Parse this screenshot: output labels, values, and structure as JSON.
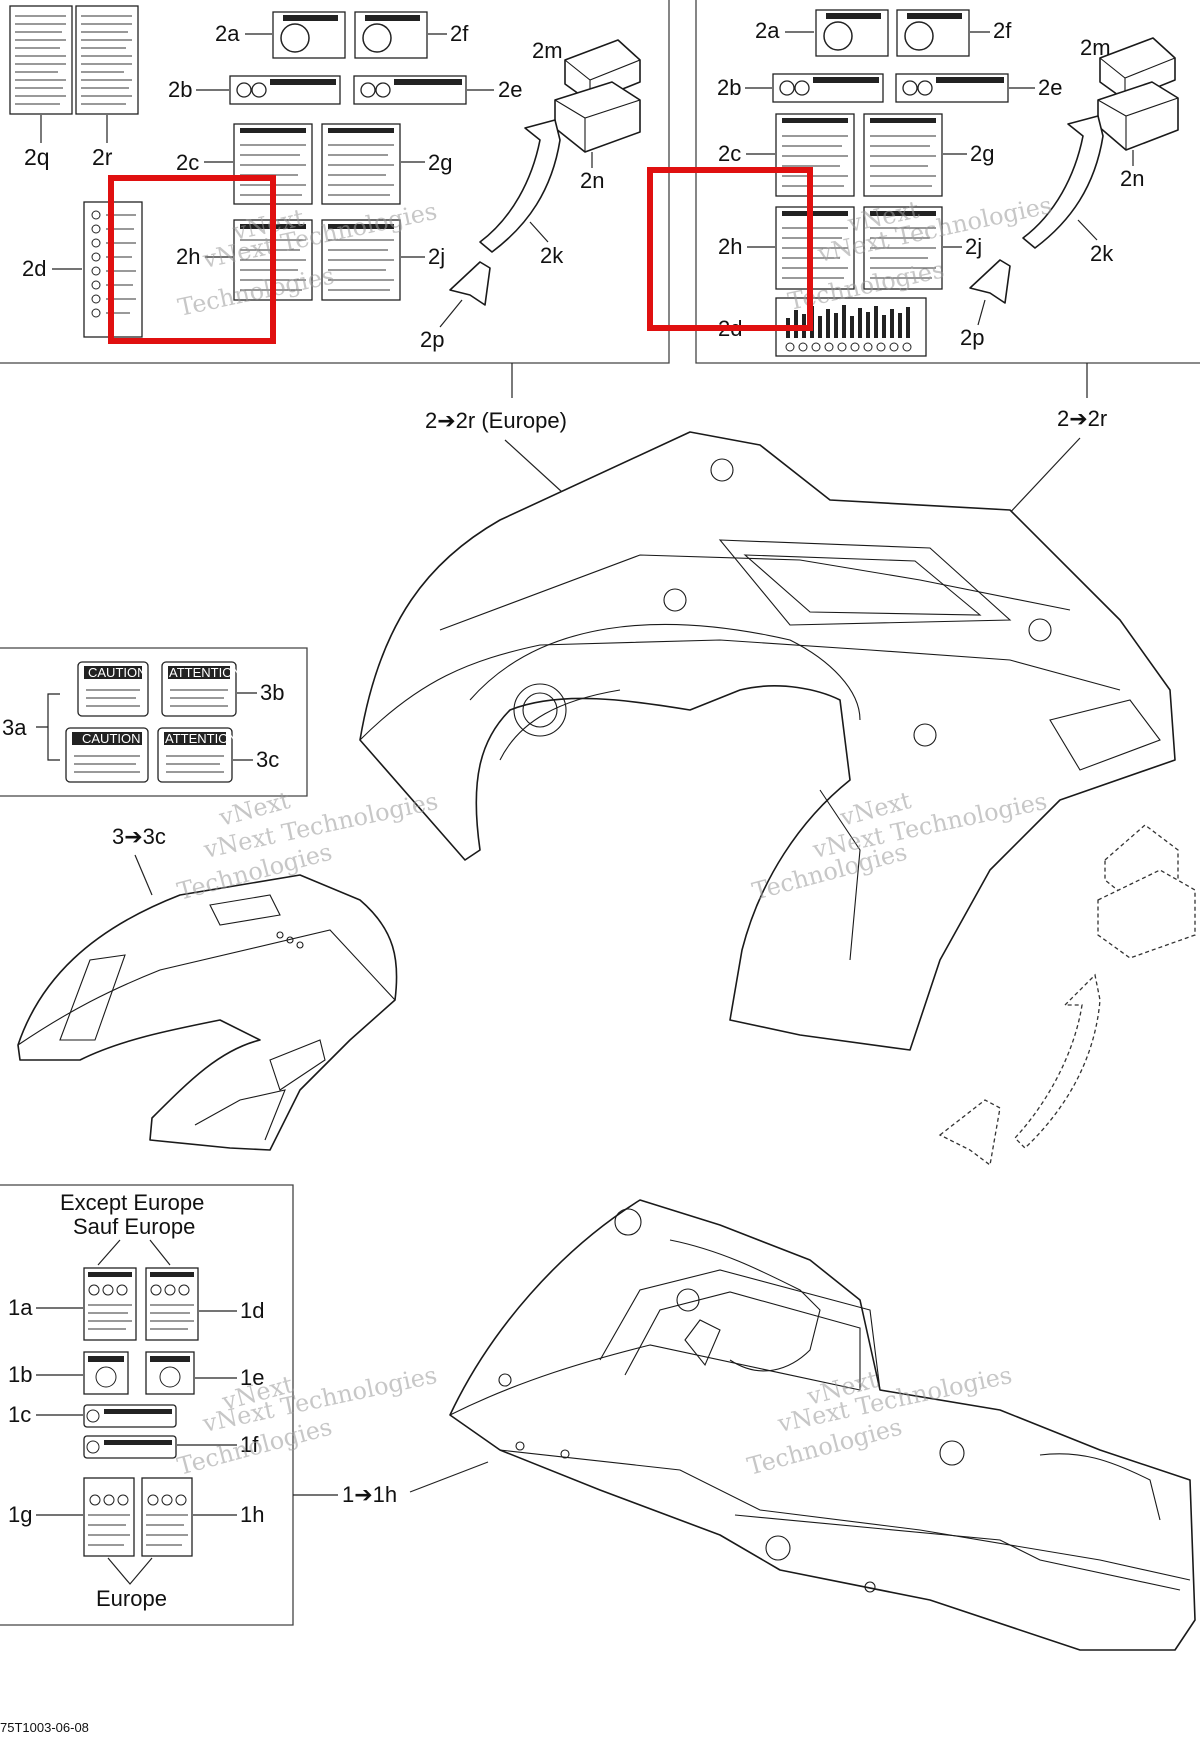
{
  "labels": {
    "tl_2a": "2a",
    "tl_2f": "2f",
    "tl_2b": "2b",
    "tl_2e": "2e",
    "tl_2m": "2m",
    "tl_2n": "2n",
    "tl_2q": "2q",
    "tl_2r": "2r",
    "tl_2c": "2c",
    "tl_2g": "2g",
    "tl_2d": "2d",
    "tl_2h": "2h",
    "tl_2j": "2j",
    "tl_2k": "2k",
    "tl_2p": "2p",
    "tr_2a": "2a",
    "tr_2f": "2f",
    "tr_2b": "2b",
    "tr_2e": "2e",
    "tr_2m": "2m",
    "tr_2n": "2n",
    "tr_2c": "2c",
    "tr_2g": "2g",
    "tr_2h": "2h",
    "tr_2j": "2j",
    "tr_2k": "2k",
    "tr_2d": "2d",
    "tr_2p": "2p",
    "grp_europe": "2➔2r (Europe)",
    "grp_2": "2➔2r",
    "l_3a": "3a",
    "l_3b": "3b",
    "l_3c": "3c",
    "grp_3": "3➔3c",
    "except_europe": "Except Europe",
    "sauf_europe": "Sauf Europe",
    "l_1a": "1a",
    "l_1d": "1d",
    "l_1b": "1b",
    "l_1e": "1e",
    "l_1c": "1c",
    "l_1f": "1f",
    "l_1g": "1g",
    "l_1h": "1h",
    "europe": "Europe",
    "grp_1": "1➔1h",
    "drawing_code": "75T1003-06-08"
  },
  "decal_text": {
    "caution_1": "CAUTION",
    "attention_1": "ATTENTION",
    "caution_2": "CAUTION",
    "attention_2": "ATTENTION"
  },
  "watermark": {
    "line1": "vNext",
    "line2": "vNext Technologies",
    "line3": "Technologies"
  },
  "highlight_color": "#e01010"
}
